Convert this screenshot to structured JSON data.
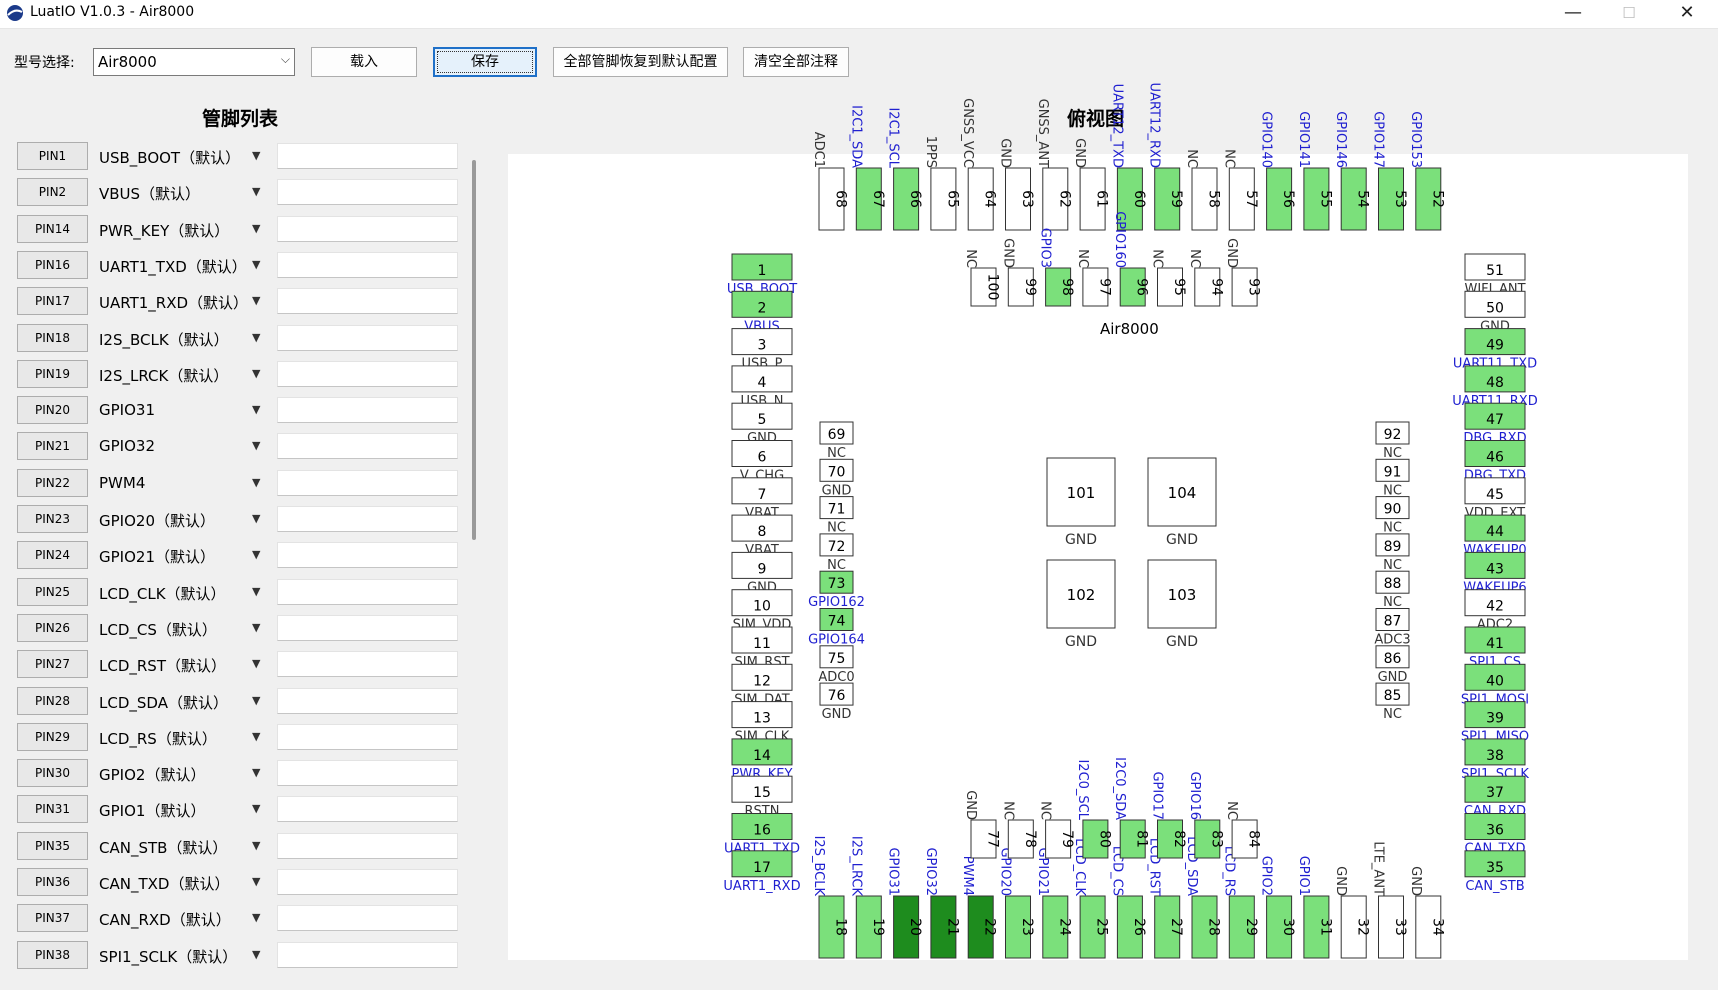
{
  "window": {
    "title": "LuatIO V1.0.3 - Air8000",
    "minimize": "—",
    "maximize": "☐",
    "close": "✕"
  },
  "toolbar": {
    "model_label": "型号选择:",
    "model_value": "Air8000",
    "load_label": "载入",
    "save_label": "保存",
    "reset_label": "全部管脚恢复到默认配置",
    "clear_label": "清空全部注释"
  },
  "pin_list": {
    "title": "管脚列表",
    "items": [
      {
        "pin": "PIN1",
        "func": "USB_BOOT（默认）"
      },
      {
        "pin": "PIN2",
        "func": "VBUS（默认）"
      },
      {
        "pin": "PIN14",
        "func": "PWR_KEY（默认）"
      },
      {
        "pin": "PIN16",
        "func": "UART1_TXD（默认）"
      },
      {
        "pin": "PIN17",
        "func": "UART1_RXD（默认）"
      },
      {
        "pin": "PIN18",
        "func": "I2S_BCLK（默认）"
      },
      {
        "pin": "PIN19",
        "func": "I2S_LRCK（默认）"
      },
      {
        "pin": "PIN20",
        "func": "GPIO31"
      },
      {
        "pin": "PIN21",
        "func": "GPIO32"
      },
      {
        "pin": "PIN22",
        "func": "PWM4"
      },
      {
        "pin": "PIN23",
        "func": "GPIO20（默认）"
      },
      {
        "pin": "PIN24",
        "func": "GPIO21（默认）"
      },
      {
        "pin": "PIN25",
        "func": "LCD_CLK（默认）"
      },
      {
        "pin": "PIN26",
        "func": "LCD_CS（默认）"
      },
      {
        "pin": "PIN27",
        "func": "LCD_RST（默认）"
      },
      {
        "pin": "PIN28",
        "func": "LCD_SDA（默认）"
      },
      {
        "pin": "PIN29",
        "func": "LCD_RS（默认）"
      },
      {
        "pin": "PIN30",
        "func": "GPIO2（默认）"
      },
      {
        "pin": "PIN31",
        "func": "GPIO1（默认）"
      },
      {
        "pin": "PIN35",
        "func": "CAN_STB（默认）"
      },
      {
        "pin": "PIN36",
        "func": "CAN_TXD（默认）"
      },
      {
        "pin": "PIN37",
        "func": "CAN_RXD（默认）"
      },
      {
        "pin": "PIN38",
        "func": "SPI1_SCLK（默认）"
      }
    ]
  },
  "top_view": {
    "title": "俯视图",
    "module_name": "Air8000",
    "colors": {
      "default_fn": "#7be07b",
      "changed_fn": "#1e8c1e",
      "plain": "#ffffff",
      "fn_label": "#2020d0",
      "plain_label": "#333333"
    },
    "left_pins": [
      {
        "num": "1",
        "label": "USB_BOOT",
        "style": "fn"
      },
      {
        "num": "2",
        "label": "VBUS",
        "style": "fn"
      },
      {
        "num": "3",
        "label": "USB_P",
        "style": "plain"
      },
      {
        "num": "4",
        "label": "USB_N",
        "style": "plain"
      },
      {
        "num": "5",
        "label": "GND",
        "style": "plain"
      },
      {
        "num": "6",
        "label": "V_CHG",
        "style": "plain"
      },
      {
        "num": "7",
        "label": "VBAT",
        "style": "plain"
      },
      {
        "num": "8",
        "label": "VBAT",
        "style": "plain"
      },
      {
        "num": "9",
        "label": "GND",
        "style": "plain"
      },
      {
        "num": "10",
        "label": "SIM_VDD",
        "style": "plain"
      },
      {
        "num": "11",
        "label": "SIM_RST",
        "style": "plain"
      },
      {
        "num": "12",
        "label": "SIM_DAT",
        "style": "plain"
      },
      {
        "num": "13",
        "label": "SIM_CLK",
        "style": "plain"
      },
      {
        "num": "14",
        "label": "PWR_KEY",
        "style": "fn"
      },
      {
        "num": "15",
        "label": "RSTN",
        "style": "plain"
      },
      {
        "num": "16",
        "label": "UART1_TXD",
        "style": "fn"
      },
      {
        "num": "17",
        "label": "UART1_RXD",
        "style": "fn"
      }
    ],
    "right_pins": [
      {
        "num": "51",
        "label": "WIFI_ANT",
        "style": "plain"
      },
      {
        "num": "50",
        "label": "GND",
        "style": "plain"
      },
      {
        "num": "49",
        "label": "UART11_TXD",
        "style": "fn"
      },
      {
        "num": "48",
        "label": "UART11_RXD",
        "style": "fn"
      },
      {
        "num": "47",
        "label": "DBG_RXD",
        "style": "fn"
      },
      {
        "num": "46",
        "label": "DBG_TXD",
        "style": "fn"
      },
      {
        "num": "45",
        "label": "VDD_EXT",
        "style": "plain"
      },
      {
        "num": "44",
        "label": "WAKEUP0",
        "style": "fn"
      },
      {
        "num": "43",
        "label": "WAKEUP6",
        "style": "fn"
      },
      {
        "num": "42",
        "label": "ADC2",
        "style": "plain"
      },
      {
        "num": "41",
        "label": "SPI1_CS",
        "style": "fn"
      },
      {
        "num": "40",
        "label": "SPI1_MOSI",
        "style": "fn"
      },
      {
        "num": "39",
        "label": "SPI1_MISO",
        "style": "fn"
      },
      {
        "num": "38",
        "label": "SPI1_SCLK",
        "style": "fn"
      },
      {
        "num": "37",
        "label": "CAN_RXD",
        "style": "fn"
      },
      {
        "num": "36",
        "label": "CAN_TXD",
        "style": "fn"
      },
      {
        "num": "35",
        "label": "CAN_STB",
        "style": "fn"
      }
    ],
    "top_pins": [
      {
        "num": "68",
        "label": "ADC1",
        "style": "plain"
      },
      {
        "num": "67",
        "label": "I2C1_SDA",
        "style": "fn"
      },
      {
        "num": "66",
        "label": "I2C1_SCL",
        "style": "fn"
      },
      {
        "num": "65",
        "label": "1PPS",
        "style": "plain"
      },
      {
        "num": "64",
        "label": "GNSS_VCC",
        "style": "plain"
      },
      {
        "num": "63",
        "label": "GND",
        "style": "plain"
      },
      {
        "num": "62",
        "label": "GNSS_ANT",
        "style": "plain"
      },
      {
        "num": "61",
        "label": "GND",
        "style": "plain"
      },
      {
        "num": "60",
        "label": "UART12_TXD",
        "style": "fn"
      },
      {
        "num": "59",
        "label": "UART12_RXD",
        "style": "fn"
      },
      {
        "num": "58",
        "label": "NC",
        "style": "plain"
      },
      {
        "num": "57",
        "label": "NC",
        "style": "plain"
      },
      {
        "num": "56",
        "label": "GPIO140",
        "style": "fn"
      },
      {
        "num": "55",
        "label": "GPIO141",
        "style": "fn"
      },
      {
        "num": "54",
        "label": "GPIO146",
        "style": "fn"
      },
      {
        "num": "53",
        "label": "GPIO147",
        "style": "fn"
      },
      {
        "num": "52",
        "label": "GPIO153",
        "style": "fn"
      }
    ],
    "bottom_pins": [
      {
        "num": "18",
        "label": "I2S_BCLK",
        "style": "fn"
      },
      {
        "num": "19",
        "label": "I2S_LRCK",
        "style": "fn"
      },
      {
        "num": "20",
        "label": "GPIO31",
        "style": "changed"
      },
      {
        "num": "21",
        "label": "GPIO32",
        "style": "changed"
      },
      {
        "num": "22",
        "label": "PWM4",
        "style": "changed"
      },
      {
        "num": "23",
        "label": "GPIO20",
        "style": "fn"
      },
      {
        "num": "24",
        "label": "GPIO21",
        "style": "fn"
      },
      {
        "num": "25",
        "label": "LCD_CLK",
        "style": "fn"
      },
      {
        "num": "26",
        "label": "LCD_CS",
        "style": "fn"
      },
      {
        "num": "27",
        "label": "LCD_RST",
        "style": "fn"
      },
      {
        "num": "28",
        "label": "LCD_SDA",
        "style": "fn"
      },
      {
        "num": "29",
        "label": "LCD_RS",
        "style": "fn"
      },
      {
        "num": "30",
        "label": "GPIO2",
        "style": "fn"
      },
      {
        "num": "31",
        "label": "GPIO1",
        "style": "fn"
      },
      {
        "num": "32",
        "label": "GND",
        "style": "plain"
      },
      {
        "num": "33",
        "label": "LTE_ANT",
        "style": "plain"
      },
      {
        "num": "34",
        "label": "GND",
        "style": "plain"
      }
    ],
    "inner_left_pins": [
      {
        "num": "69",
        "label": "NC",
        "style": "plain"
      },
      {
        "num": "70",
        "label": "GND",
        "style": "plain"
      },
      {
        "num": "71",
        "label": "NC",
        "style": "plain"
      },
      {
        "num": "72",
        "label": "NC",
        "style": "plain"
      },
      {
        "num": "73",
        "label": "GPIO162",
        "style": "fn"
      },
      {
        "num": "74",
        "label": "GPIO164",
        "style": "fn"
      },
      {
        "num": "75",
        "label": "ADC0",
        "style": "plain"
      },
      {
        "num": "76",
        "label": "GND",
        "style": "plain"
      }
    ],
    "inner_right_pins": [
      {
        "num": "92",
        "label": "NC",
        "style": "plain"
      },
      {
        "num": "91",
        "label": "NC",
        "style": "plain"
      },
      {
        "num": "90",
        "label": "NC",
        "style": "plain"
      },
      {
        "num": "89",
        "label": "NC",
        "style": "plain"
      },
      {
        "num": "88",
        "label": "NC",
        "style": "plain"
      },
      {
        "num": "87",
        "label": "ADC3",
        "style": "plain"
      },
      {
        "num": "86",
        "label": "GND",
        "style": "plain"
      },
      {
        "num": "85",
        "label": "NC",
        "style": "plain"
      }
    ],
    "inner_top_pins": [
      {
        "num": "100",
        "label": "NC",
        "style": "plain"
      },
      {
        "num": "99",
        "label": "GND",
        "style": "plain"
      },
      {
        "num": "98",
        "label": "GPIO3",
        "style": "fn"
      },
      {
        "num": "97",
        "label": "NC",
        "style": "plain"
      },
      {
        "num": "96",
        "label": "GPIO160",
        "style": "fn"
      },
      {
        "num": "95",
        "label": "NC",
        "style": "plain"
      },
      {
        "num": "94",
        "label": "NC",
        "style": "plain"
      },
      {
        "num": "93",
        "label": "GND",
        "style": "plain"
      }
    ],
    "inner_bottom_pins": [
      {
        "num": "77",
        "label": "GND",
        "style": "plain"
      },
      {
        "num": "78",
        "label": "NC",
        "style": "plain"
      },
      {
        "num": "79",
        "label": "NC",
        "style": "plain"
      },
      {
        "num": "80",
        "label": "I2C0_SCL",
        "style": "fn"
      },
      {
        "num": "81",
        "label": "I2C0_SDA",
        "style": "fn"
      },
      {
        "num": "82",
        "label": "GPIO17",
        "style": "fn"
      },
      {
        "num": "83",
        "label": "GPIO16",
        "style": "fn"
      },
      {
        "num": "84",
        "label": "NC",
        "style": "plain"
      }
    ],
    "center_pads": [
      {
        "num": "101",
        "label": "GND"
      },
      {
        "num": "104",
        "label": "GND"
      },
      {
        "num": "102",
        "label": "GND"
      },
      {
        "num": "103",
        "label": "GND"
      }
    ]
  }
}
